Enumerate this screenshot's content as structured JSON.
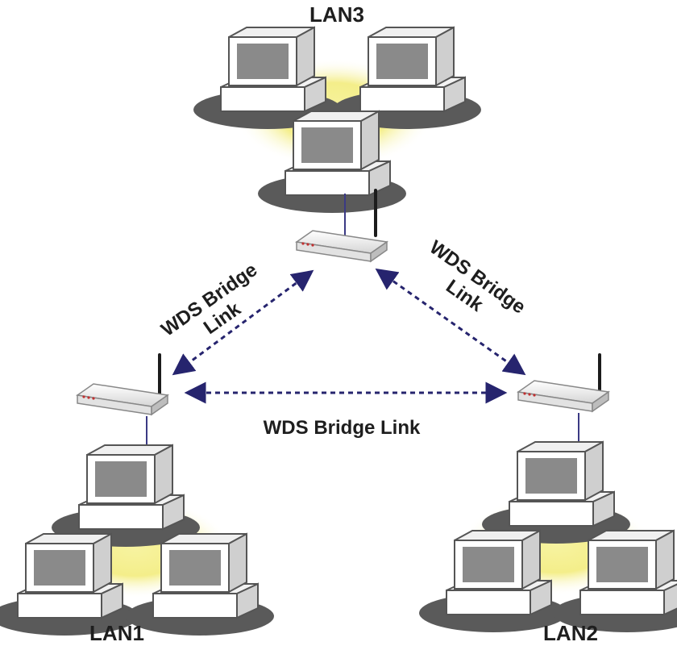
{
  "diagram": {
    "lans": [
      {
        "label": "LAN3"
      },
      {
        "label": "LAN1"
      },
      {
        "label": "LAN2"
      }
    ],
    "links": [
      {
        "line1": "WDS Bridge",
        "line2": "Link"
      },
      {
        "line1": "WDS Bridge",
        "line2": "Link"
      },
      {
        "line1": "WDS Bridge Link"
      }
    ]
  },
  "colors": {
    "glow": "#f4ee8a",
    "link": "#26246e",
    "cable": "#3b3a84",
    "monitor_screen": "#8a8a8a",
    "shadow": "#555555"
  }
}
